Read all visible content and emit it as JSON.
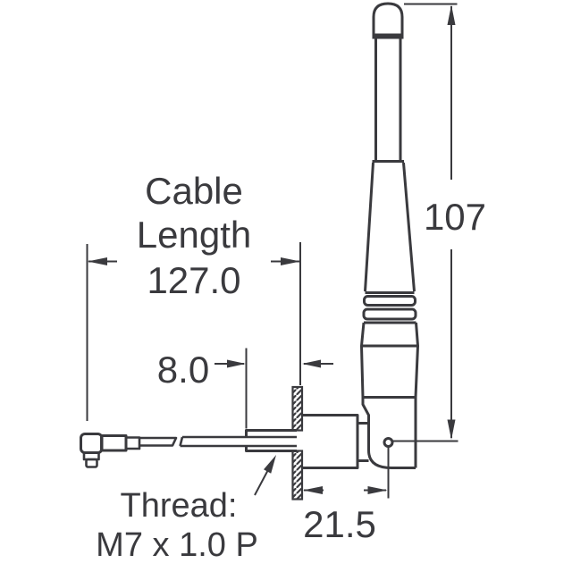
{
  "drawing": {
    "type": "technical-dimension-drawing",
    "colors": {
      "line": "#3a3a3e",
      "text": "#3a3a3e",
      "background": "#ffffff"
    },
    "dimensions": {
      "cable_length": {
        "label": [
          "Cable",
          "Length"
        ],
        "value": "127.0"
      },
      "thread_exposed_length": {
        "value": "8.0"
      },
      "antenna_height": {
        "value": "107"
      },
      "panel_to_pivot": {
        "value": "21.5"
      }
    },
    "thread_callout": {
      "line1": "Thread:",
      "line2": "M7 x 1.0 P"
    }
  }
}
